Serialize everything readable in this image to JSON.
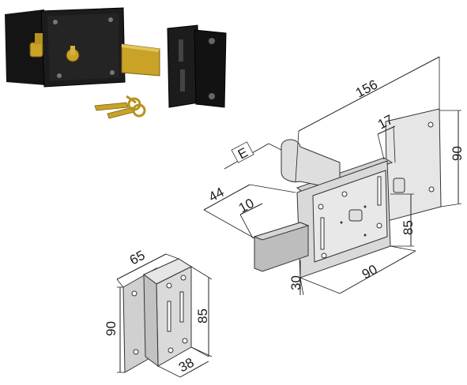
{
  "dimensions": {
    "overall_width": "156",
    "offset_17": "17",
    "height_90_right": "90",
    "e_label": "E",
    "bolt_44": "44",
    "bolt_10": "10",
    "height_85_lock": "85",
    "width_90_case": "90",
    "depth_30": "30",
    "keeper_65": "65",
    "keeper_90": "90",
    "keeper_85": "85",
    "keeper_38": "38"
  },
  "colors": {
    "lock_body_black": "#1c1c1c",
    "bolt_brass": "#c9a227",
    "drawing_fill_light": "#e6e6e6",
    "drawing_fill_mid": "#cfcfcf",
    "drawing_fill_dark": "#a9a9a9",
    "line": "#222222"
  }
}
